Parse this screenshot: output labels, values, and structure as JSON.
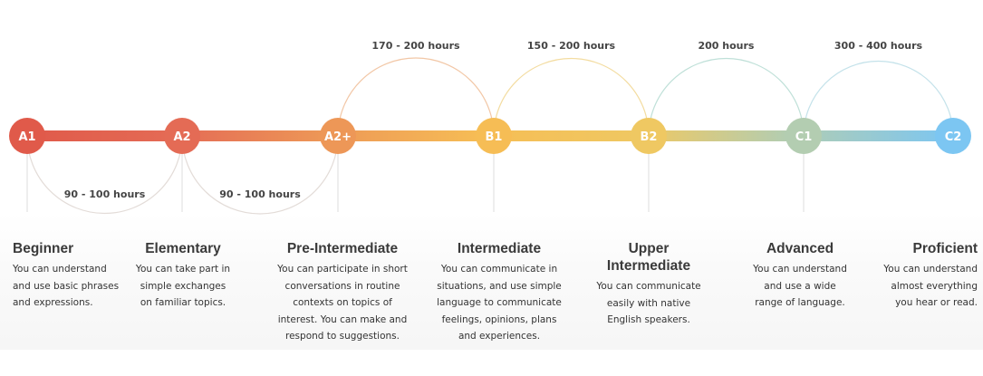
{
  "levels": [
    {
      "code": "A1",
      "color": "#e05a4a",
      "title": "Beginner",
      "description": "You can understand and use basic phrases and expressions.",
      "lines": [
        "You can understand",
        "and use basic phrases",
        "and expressions."
      ]
    },
    {
      "code": "A2",
      "color": "#e46b55",
      "title": "Elementary",
      "description": "You can take part in simple exchanges on familiar topics.",
      "lines": [
        "You can take part in",
        "simple exchanges",
        "on familiar topics."
      ]
    },
    {
      "code": "A2+",
      "color": "#ed9757",
      "title": "Pre-Intermediate",
      "description": "You can participate in short conversations in routine contexts on topics of interest. You can make and respond to suggestions.",
      "lines": [
        "You can participate in short",
        "conversations in routine",
        "contexts on topics of",
        "interest. You can make and",
        "respond to suggestions."
      ]
    },
    {
      "code": "B1",
      "color": "#f6bd55",
      "title": "Intermediate",
      "description": "You can communicate in situations, and use simple language to communicate feelings, opinions, plans and experiences.",
      "lines": [
        "You can communicate in",
        "situations, and use simple",
        "language to communicate",
        "feelings, opinions, plans",
        "and experiences."
      ]
    },
    {
      "code": "B2",
      "color": "#efc862",
      "title": "Upper Intermediate",
      "titleLines": [
        "Upper",
        "Intermediate"
      ],
      "description": "You can communicate easily with native English speakers.",
      "lines": [
        "You can communicate",
        "easily with native",
        "English speakers."
      ]
    },
    {
      "code": "C1",
      "color": "#b3cdb1",
      "title": "Advanced",
      "description": "You can understand and use a wide range of language.",
      "lines": [
        "You can understand",
        "and use a wide",
        "range of language."
      ]
    },
    {
      "code": "C2",
      "color": "#7cc6f2",
      "title": "Proficient",
      "description": "You can understand almost everything you hear or read.",
      "lines": [
        "You can understand",
        "almost everything",
        "you hear or read."
      ]
    }
  ],
  "transitions": [
    {
      "from": "A1",
      "to": "A2",
      "hours": "90 - 100 hours",
      "side": "below"
    },
    {
      "from": "A2",
      "to": "A2+",
      "hours": "90 - 100 hours",
      "side": "below"
    },
    {
      "from": "A2+",
      "to": "B1",
      "hours": "170 - 200 hours",
      "side": "above"
    },
    {
      "from": "B1",
      "to": "B2",
      "hours": "150 - 200 hours",
      "side": "above"
    },
    {
      "from": "B2",
      "to": "C1",
      "hours": "200 hours",
      "side": "above"
    },
    {
      "from": "C1",
      "to": "C2",
      "hours": "300 - 400 hours",
      "side": "above"
    }
  ],
  "colors": {
    "arc_below": "#e3dcd8",
    "arc_orange": "#f2c7a6",
    "arc_yellow": "#f3dca0",
    "arc_teal": "#bfe0d8",
    "arc_blue": "#c4e2ea",
    "stem": "#dddddd",
    "title_text": "#3a3a3a",
    "desc_text": "#333333"
  }
}
